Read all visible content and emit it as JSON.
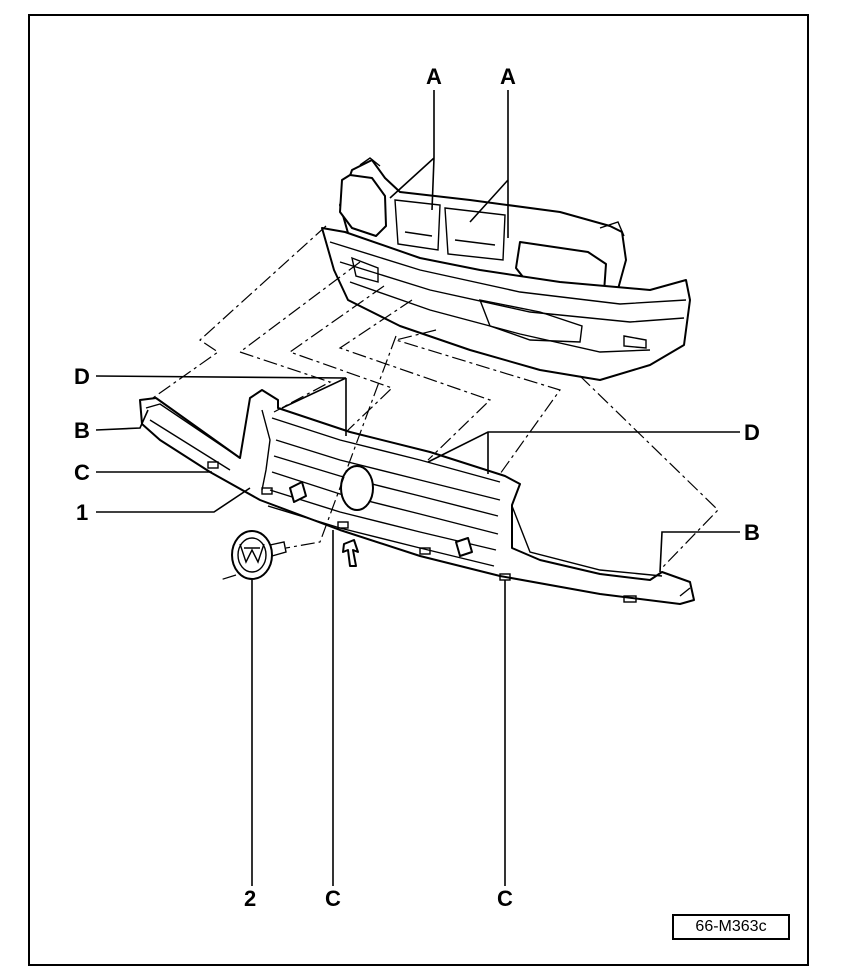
{
  "callouts": {
    "a_left": "A",
    "a_right": "A",
    "d_left": "D",
    "d_right": "D",
    "b_left": "B",
    "b_right": "B",
    "c_left": "C",
    "c_bottom_mid": "C",
    "c_bottom_right": "C",
    "part_1": "1",
    "part_2": "2"
  },
  "reference_code": "66-M363c"
}
